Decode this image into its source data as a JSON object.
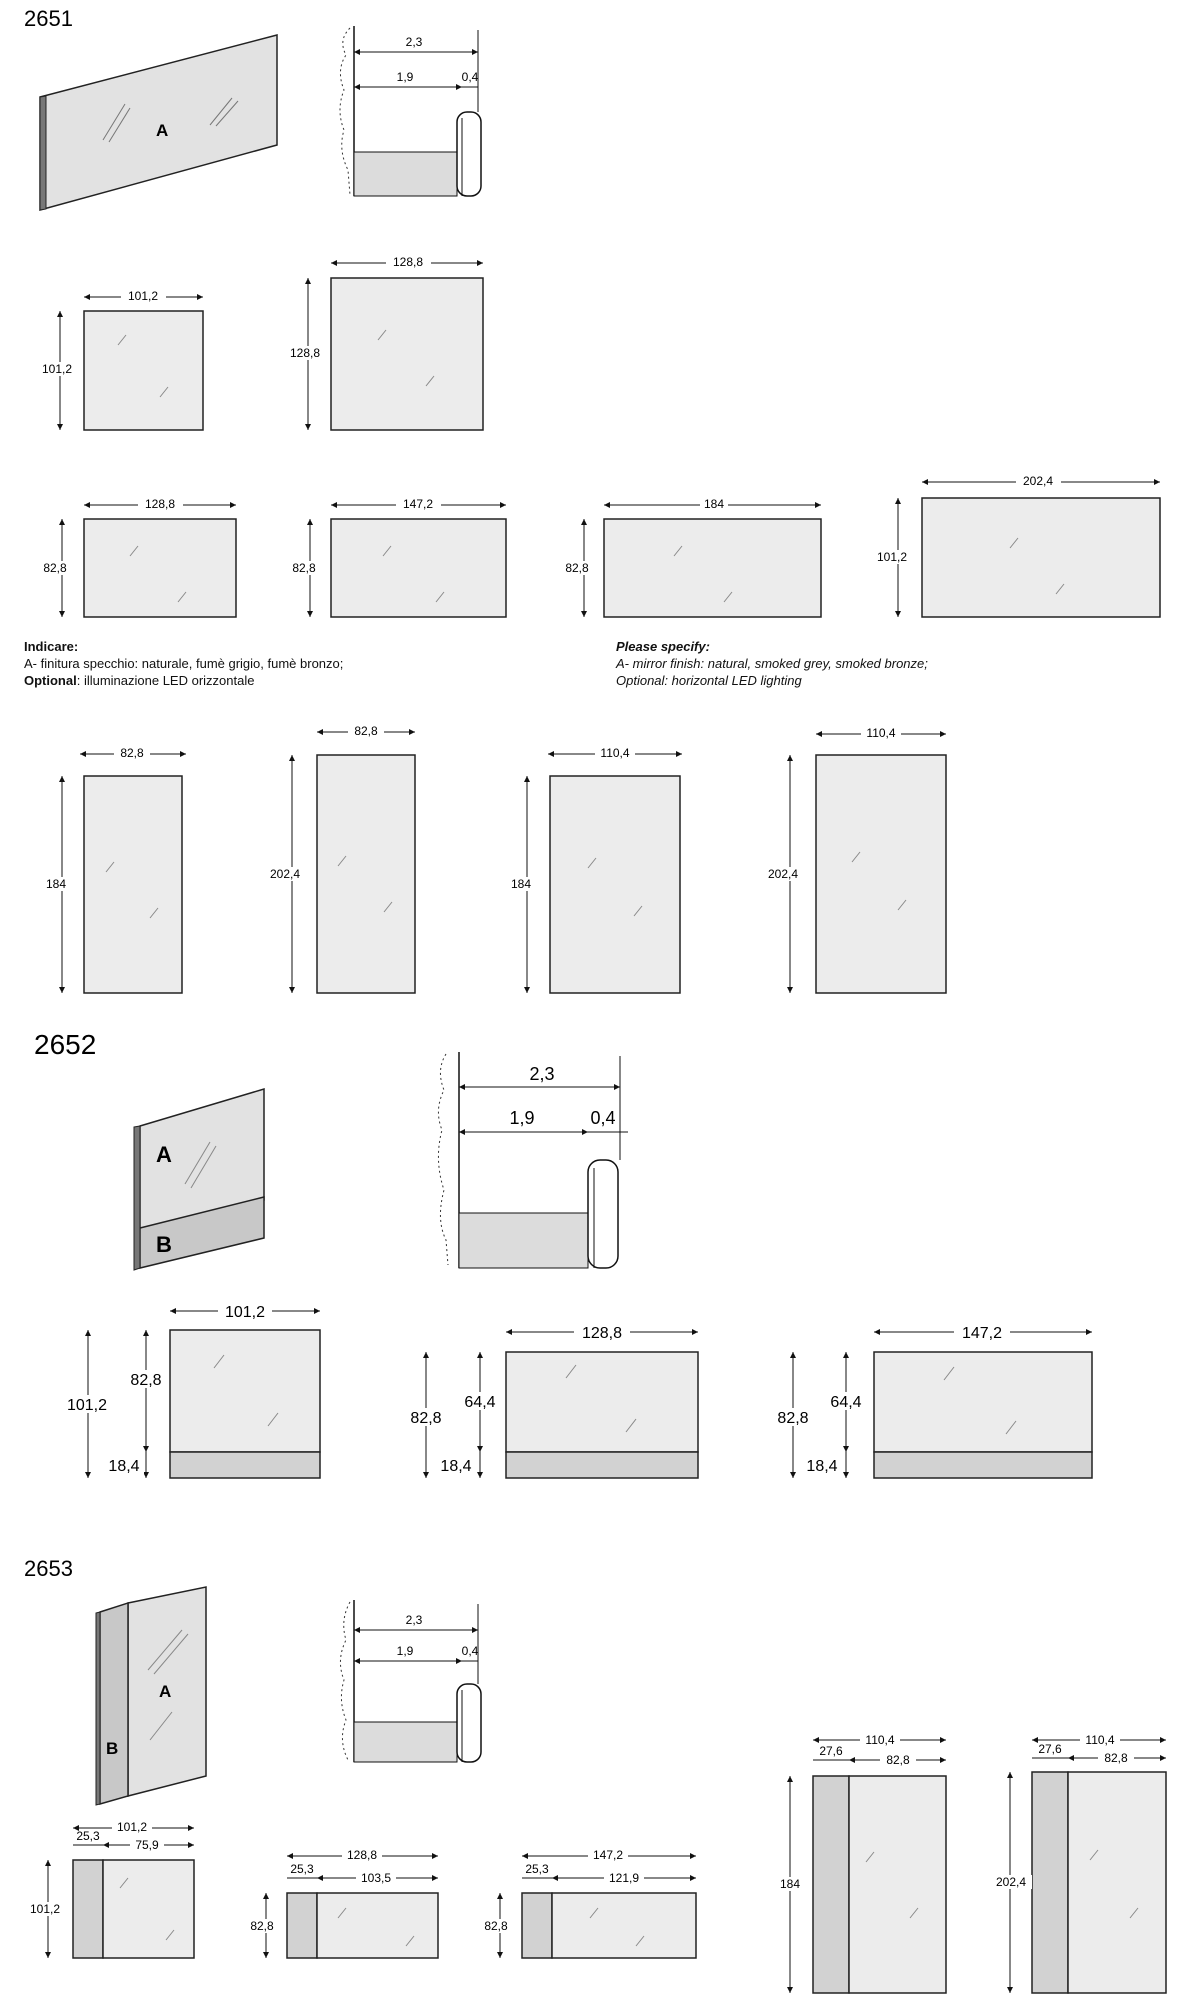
{
  "sections": {
    "s2651": {
      "code": "2651"
    },
    "s2652": {
      "code": "2652"
    },
    "s2653": {
      "code": "2653"
    }
  },
  "labels": {
    "A": "A",
    "B": "B"
  },
  "profile": {
    "total": "2,3",
    "glass": "1,9",
    "gap": "0,4"
  },
  "dims": {
    "d101_2": "101,2",
    "d128_8": "128,8",
    "d147_2": "147,2",
    "d184": "184",
    "d202_4": "202,4",
    "d82_8": "82,8",
    "d110_4": "110,4",
    "d64_4": "64,4",
    "d18_4": "18,4",
    "d25_3": "25,3",
    "d75_9": "75,9",
    "d103_5": "103,5",
    "d121_9": "121,9",
    "d27_6": "27,6"
  },
  "notes": {
    "it": {
      "heading": "Indicare:",
      "line1": "A- finitura specchio: naturale, fumè grigio, fumè bronzo;",
      "optional_label": "Optional",
      "optional_text": ": illuminazione LED orizzontale"
    },
    "en": {
      "heading": "Please specify:",
      "line1": "A- mirror finish: natural, smoked grey, smoked bronze;",
      "optional_text": "Optional: horizontal LED lighting"
    }
  }
}
